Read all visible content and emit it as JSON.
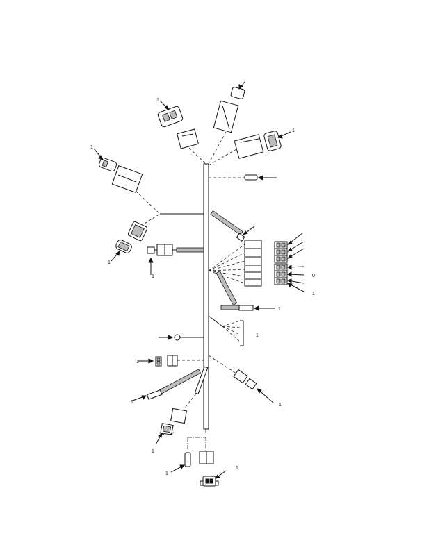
{
  "diagram": {
    "kind": "wiring harness exploded view",
    "callouts": [
      {
        "id": "c1",
        "label": "1"
      },
      {
        "id": "c2",
        "label": "1"
      },
      {
        "id": "c3",
        "label": "1"
      },
      {
        "id": "c4",
        "label": "1"
      },
      {
        "id": "c5",
        "label": "1"
      },
      {
        "id": "c6",
        "label": "1"
      },
      {
        "id": "c7",
        "label": "1"
      },
      {
        "id": "c8",
        "label": "1"
      },
      {
        "id": "c9",
        "label": "1"
      },
      {
        "id": "c10",
        "label": "1"
      }
    ],
    "side_labels": {
      "right_stack": "0",
      "right_stack_low": "1",
      "center_group": "1",
      "bottom_right": "1",
      "bottom": "1"
    }
  },
  "colors": {
    "line": "#111111",
    "background": "#ffffff"
  }
}
